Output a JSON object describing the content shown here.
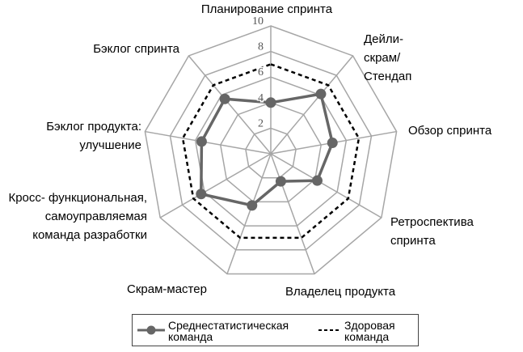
{
  "chart_data": {
    "type": "radar",
    "axes": [
      "Планирование спринта",
      "Дейли-скрам/ Стендап",
      "Обзор спринта",
      "Ретроспектива спринта",
      "Владелец продукта",
      "Скрам-мастер",
      "Кросс- функциональная, самоуправляемая команда разработки",
      "Бэклог продукта: улучшение",
      "Бэклог спринта"
    ],
    "rlim": [
      0,
      10
    ],
    "ticks": [
      "2",
      "4",
      "6",
      "8",
      "10"
    ],
    "series": [
      {
        "name": "Среднестатистическая команда",
        "values": [
          4,
          6.1,
          4.9,
          4.2,
          2.3,
          4.3,
          6.3,
          5.5,
          5.6
        ],
        "color": "#666666",
        "style": "solid-markers"
      },
      {
        "name": "Здоровая команда",
        "values": [
          7,
          7,
          7,
          7,
          7,
          7,
          7,
          7,
          7
        ],
        "color": "#000000",
        "style": "dashed"
      }
    ],
    "legend": "bottom"
  }
}
